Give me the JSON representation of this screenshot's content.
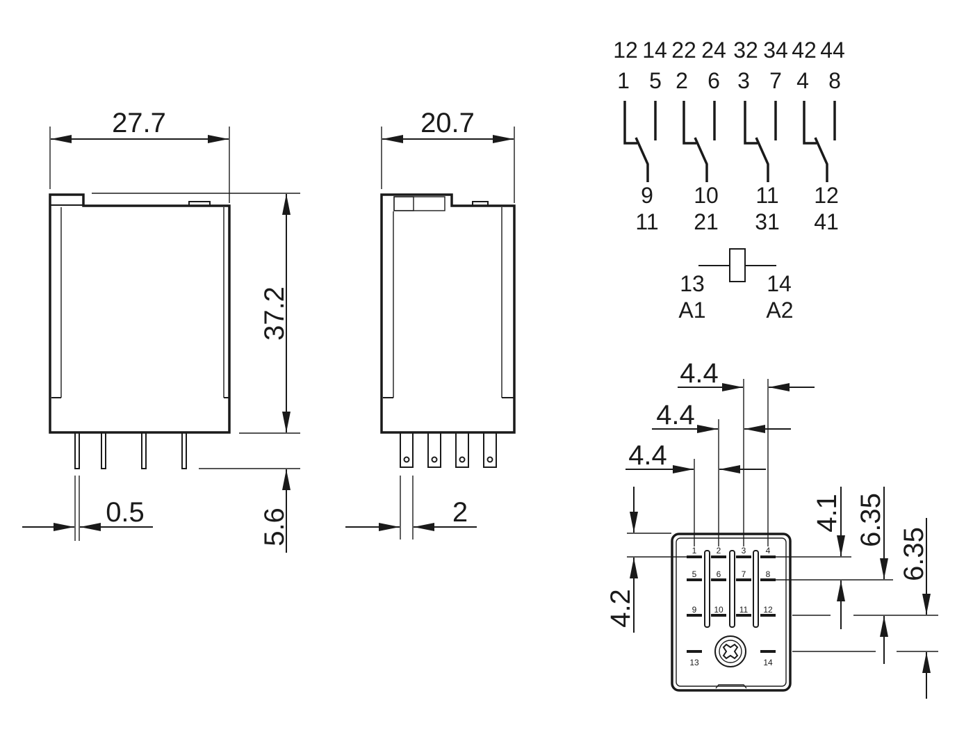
{
  "front_view": {
    "width": "27.7",
    "height": "37.2",
    "pin_length": "5.6",
    "pin_width": "0.5"
  },
  "side_view": {
    "width": "20.7",
    "pin_spacing": "2"
  },
  "schematic": {
    "top_numbers": [
      "12",
      "14",
      "22",
      "24",
      "32",
      "34",
      "42",
      "44"
    ],
    "contacts": [
      {
        "nc": "1",
        "no": "5",
        "com": "9",
        "com_iec": "11"
      },
      {
        "nc": "2",
        "no": "6",
        "com": "10",
        "com_iec": "21"
      },
      {
        "nc": "3",
        "no": "7",
        "com": "11",
        "com_iec": "31"
      },
      {
        "nc": "4",
        "no": "8",
        "com": "12",
        "com_iec": "41"
      }
    ],
    "coil": {
      "left_num": "13",
      "right_num": "14",
      "left_iec": "A1",
      "right_iec": "A2"
    }
  },
  "bottom_view": {
    "pitch_1": "4.4",
    "pitch_2": "4.4",
    "pitch_3": "4.4",
    "left_offset": "4.2",
    "row_gap": "4.1",
    "vert_1": "6.35",
    "vert_2": "6.35",
    "pin_labels": [
      "1",
      "2",
      "3",
      "4",
      "5",
      "6",
      "7",
      "8",
      "9",
      "10",
      "11",
      "12",
      "13",
      "14"
    ]
  }
}
